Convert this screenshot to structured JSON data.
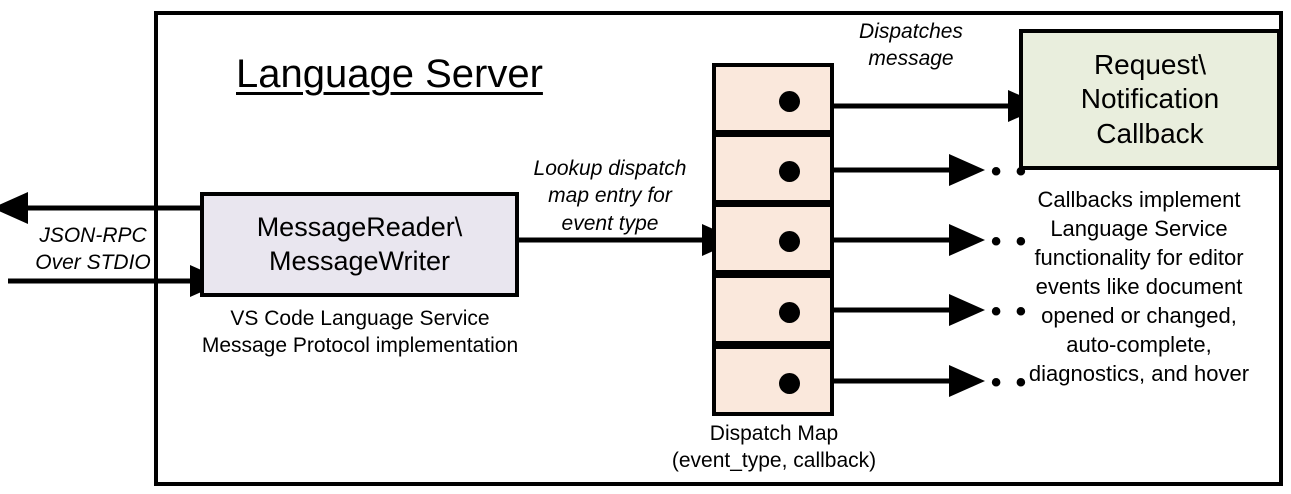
{
  "diagram": {
    "title": "Language Server",
    "server_frame_name": "Language Server boundary"
  },
  "reader": {
    "title": "MessageReader\\\nMessageWriter",
    "line1": "MessageReader\\",
    "line2": "MessageWriter",
    "caption_line1": "VS Code Language Service",
    "caption_line2": "Message Protocol implementation"
  },
  "dispatch_map": {
    "caption_line1": "Dispatch Map",
    "caption_line2": "(event_type, callback)",
    "cell_count": 5,
    "cells": [
      {
        "index": 0,
        "marker": "callback-dot"
      },
      {
        "index": 1,
        "marker": "callback-dot"
      },
      {
        "index": 2,
        "marker": "callback-dot"
      },
      {
        "index": 3,
        "marker": "callback-dot"
      },
      {
        "index": 4,
        "marker": "callback-dot"
      }
    ],
    "fill_color": "#FAE8DC"
  },
  "callback": {
    "line1": "Request\\",
    "line2": "Notification",
    "line3": "Callback",
    "fill_color": "#E9EEDD",
    "caption": "Callbacks implement Language Service functionality for editor events like document opened or changed, auto-complete, diagnostics, and hover",
    "caption_lines": [
      "Callbacks implement",
      "Language Service",
      "functionality for editor",
      "events like document",
      "opened or changed,",
      "auto-complete,",
      "diagnostics, and hover"
    ]
  },
  "edges": {
    "jsonrpc_line1": "JSON-RPC",
    "jsonrpc_line2": "Over STDIO",
    "lookup_line1": "Lookup dispatch",
    "lookup_line2": "map entry for",
    "lookup_line3": "event type",
    "dispatches_line1": "Dispatches",
    "dispatches_line2": "message",
    "ellipsis": "• • •"
  },
  "colors": {
    "reader_fill": "#E9E6EF",
    "map_fill": "#FAE8DC",
    "callback_fill": "#E9EEDD",
    "stroke": "#000000",
    "background": "#FFFFFF"
  }
}
